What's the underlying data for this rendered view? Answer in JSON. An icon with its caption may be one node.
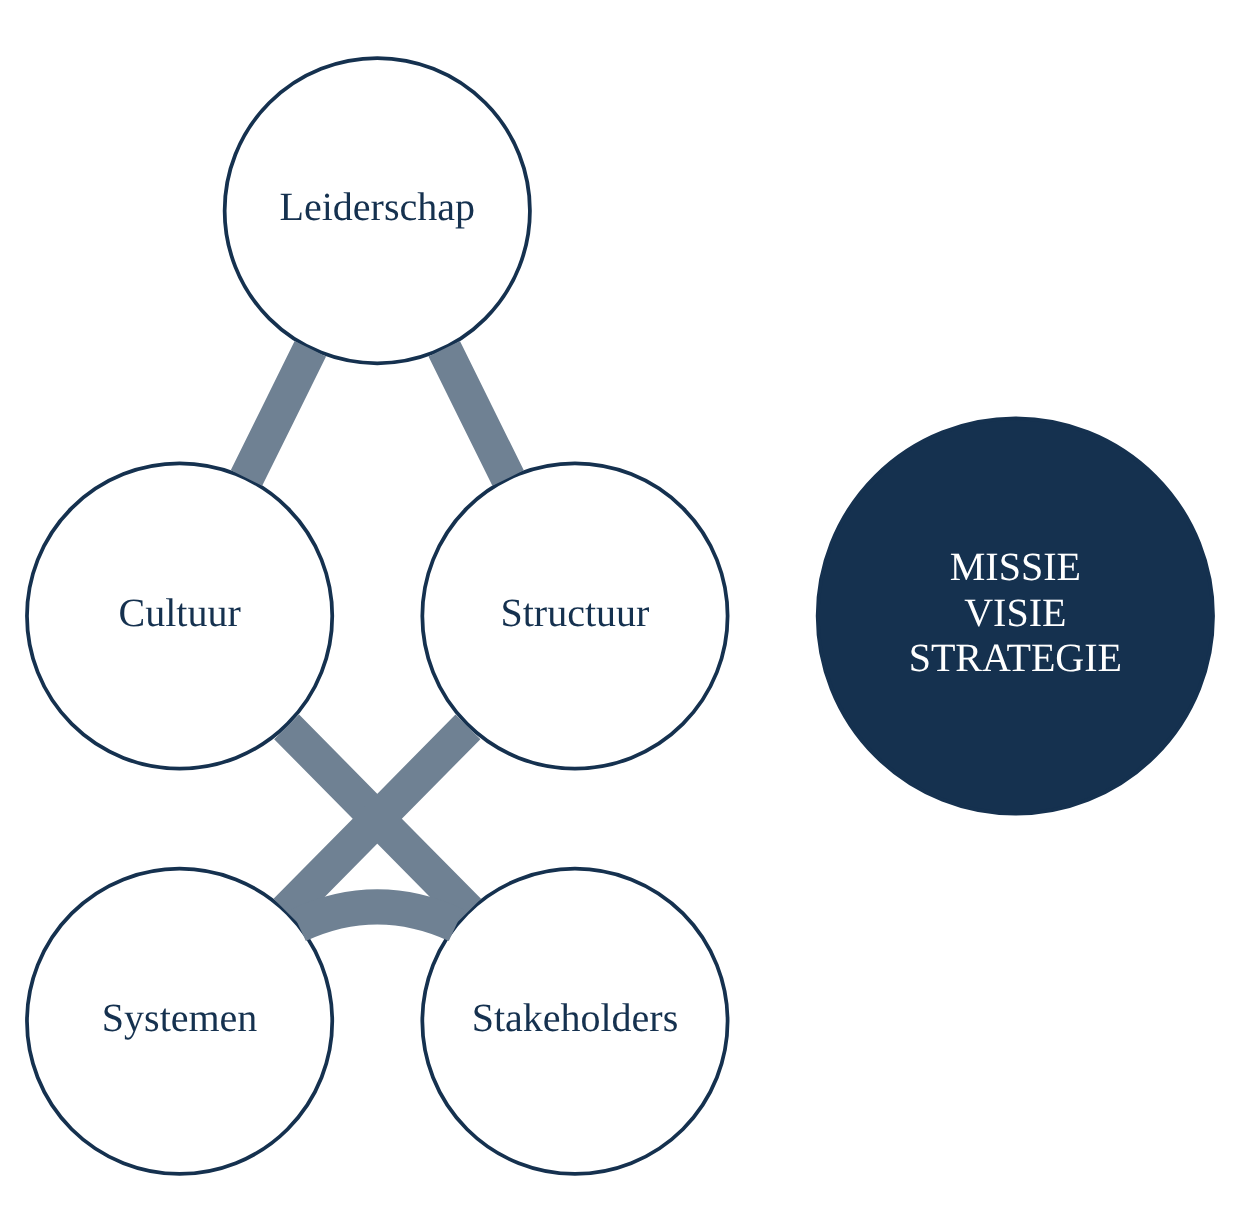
{
  "diagram": {
    "nodes": [
      {
        "text": [
          "Leiderschap"
        ]
      },
      {
        "text": [
          "Structuur"
        ]
      },
      {
        "text": [
          "MISSIE VISIE STRATEGIE"
        ]
      },
      {
        "text": [
          "Cultuur"
        ]
      },
      {
        "text": [
          "Systemen"
        ]
      },
      {
        "text": [
          "Stakeholders"
        ]
      }
    ],
    "edges": [
      {
        "from": 0,
        "to": 3,
        "arrow": "none"
      },
      {
        "from": 3,
        "to": 5,
        "arrow": "none"
      },
      {
        "from": 4,
        "to": 5,
        "arrow": "none"
      },
      {
        "from": 4,
        "to": 1,
        "arrow": "none"
      },
      {
        "from": 1,
        "to": 0,
        "arrow": "none"
      }
    ]
  }
}
